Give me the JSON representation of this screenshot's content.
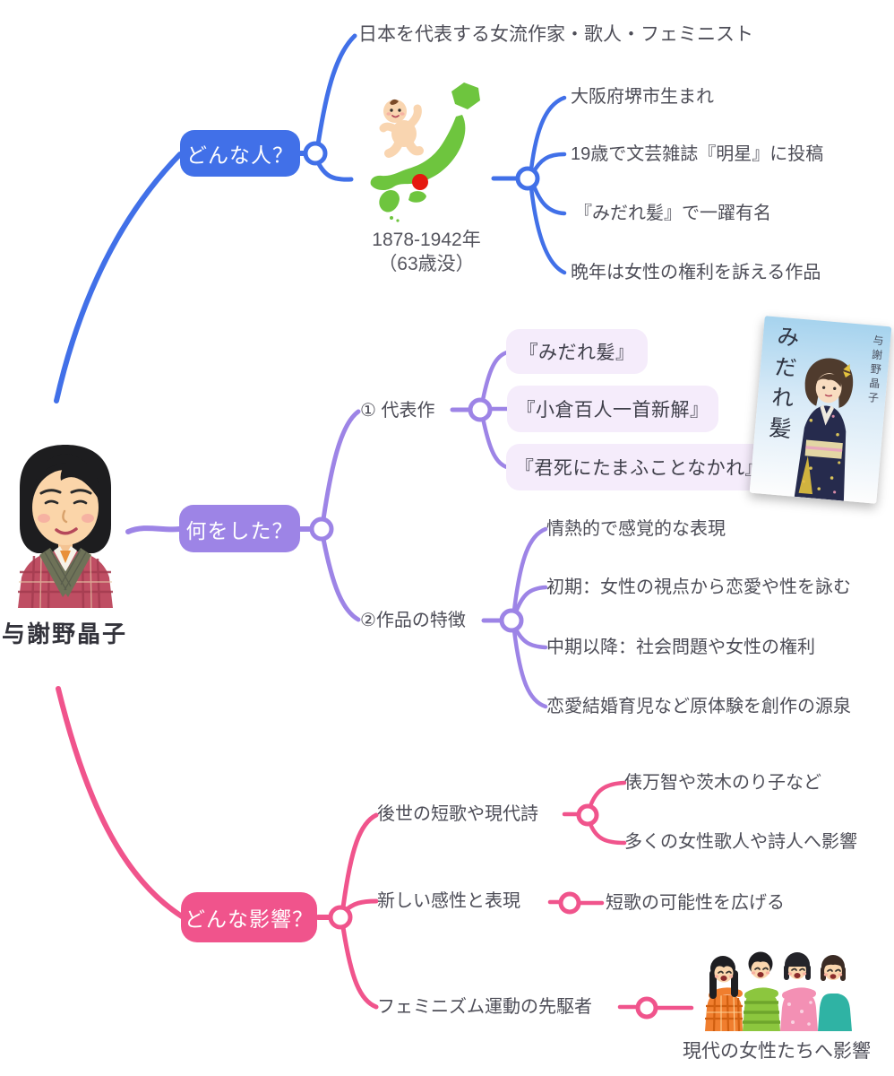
{
  "colors": {
    "branch_who": "#4170e8",
    "branch_what": "#9d84e6",
    "branch_influence": "#f0548c",
    "work_pill_bg": "#f5ecfb",
    "text_gray": "#4d4d57",
    "map_green": "#6ec53e",
    "marker_red": "#e5190f"
  },
  "central": {
    "name": "与謝野晶子"
  },
  "who": {
    "label": "どんな人？",
    "overview": "日本を代表する女流作家・歌人・フェミニスト",
    "dates_line1": "1878-1942年",
    "dates_line2": "（63歳没）",
    "facts": [
      "大阪府堺市生まれ",
      "19歳で文芸雑誌『明星』に投稿",
      "『みだれ髪』で一躍有名",
      "晩年は女性の権利を訴える作品"
    ]
  },
  "what": {
    "label": "何をした？",
    "works_label": "① 代表作",
    "works": [
      "『みだれ髪』",
      "『小倉百人一首新解』",
      "『君死にたまふことなかれ』"
    ],
    "features_label": "②作品の特徴",
    "features": [
      "情熱的で感覚的な表現",
      "初期：女性の視点から恋愛や性を詠む",
      "中期以降：社会問題や女性の権利",
      "恋愛結婚育児など原体験を創作の源泉"
    ],
    "book": {
      "title": "みだれ髪",
      "author": "与謝野晶子"
    }
  },
  "influence": {
    "label": "どんな影響？",
    "poetry_label": "後世の短歌や現代詩",
    "poetry_children": [
      "俵万智や茨木のり子など",
      "多くの女性歌人や詩人へ影響"
    ],
    "sense_label": "新しい感性と表現",
    "sense_child": "短歌の可能性を広げる",
    "feminism_label": "フェミニズム運動の先駆者",
    "feminism_caption": "現代の女性たちへ影響"
  },
  "illustrations": {
    "portrait": "yosano-akiko-portrait",
    "baby": "baby-icon",
    "japan_map": "japan-map-with-birthplace-marker",
    "book_cover": "midaregami-book-cover",
    "women_group": "modern-women-group"
  }
}
